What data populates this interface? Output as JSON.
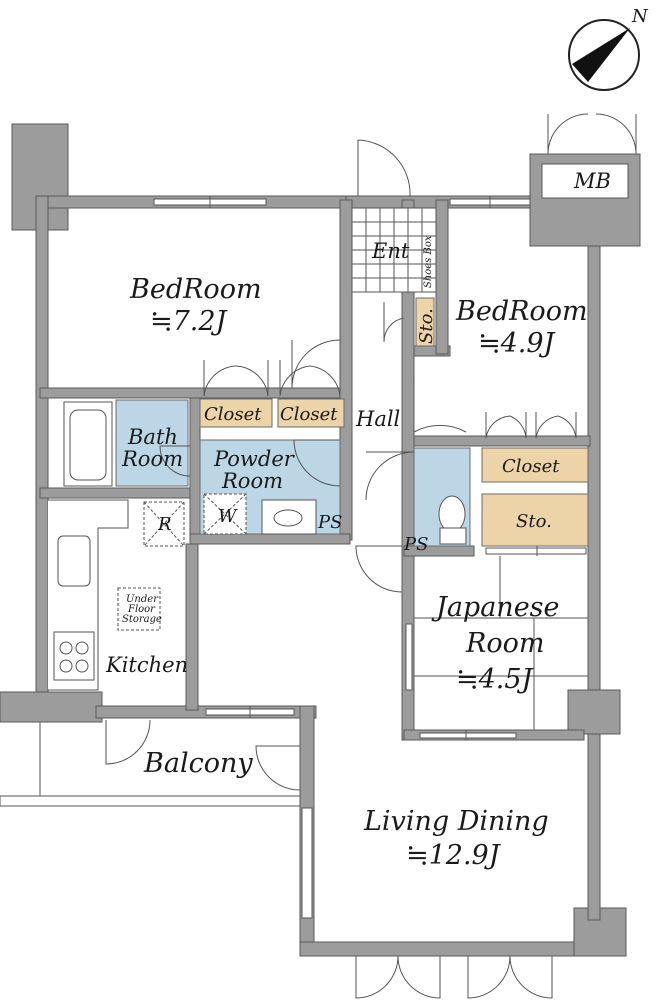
{
  "compass": {
    "north_label": "N"
  },
  "rooms": {
    "bedroom1": {
      "name": "BedRoom",
      "size": "≒7.2J"
    },
    "bedroom2": {
      "name": "BedRoom",
      "size": "≒4.9J"
    },
    "japanese": {
      "name_line1": "Japanese",
      "name_line2": "Room",
      "size": "≒4.5J"
    },
    "living": {
      "name": "Living Dining",
      "size": "≒12.9J"
    },
    "kitchen": {
      "name": "Kitchen"
    },
    "balcony": {
      "name": "Balcony"
    },
    "hall": {
      "name": "Hall"
    },
    "entrance": {
      "name": "Ent"
    },
    "bath": {
      "line1": "Bath",
      "line2": "Room"
    },
    "powder": {
      "line1": "Powder",
      "line2": "Room"
    }
  },
  "storage": {
    "shoes_box": "Shoes Box",
    "sto_small": "Sto.",
    "sto_large": "Sto.",
    "closet_a": "Closet",
    "closet_b": "Closet",
    "closet_c": "Closet",
    "under_floor_line1": "Under",
    "under_floor_line2": "Floor",
    "under_floor_line3": "Storage"
  },
  "fixtures": {
    "meter_box": "MB",
    "refrigerator": "R",
    "washer": "W",
    "pipe_space_a": "PS",
    "pipe_space_b": "PS"
  }
}
